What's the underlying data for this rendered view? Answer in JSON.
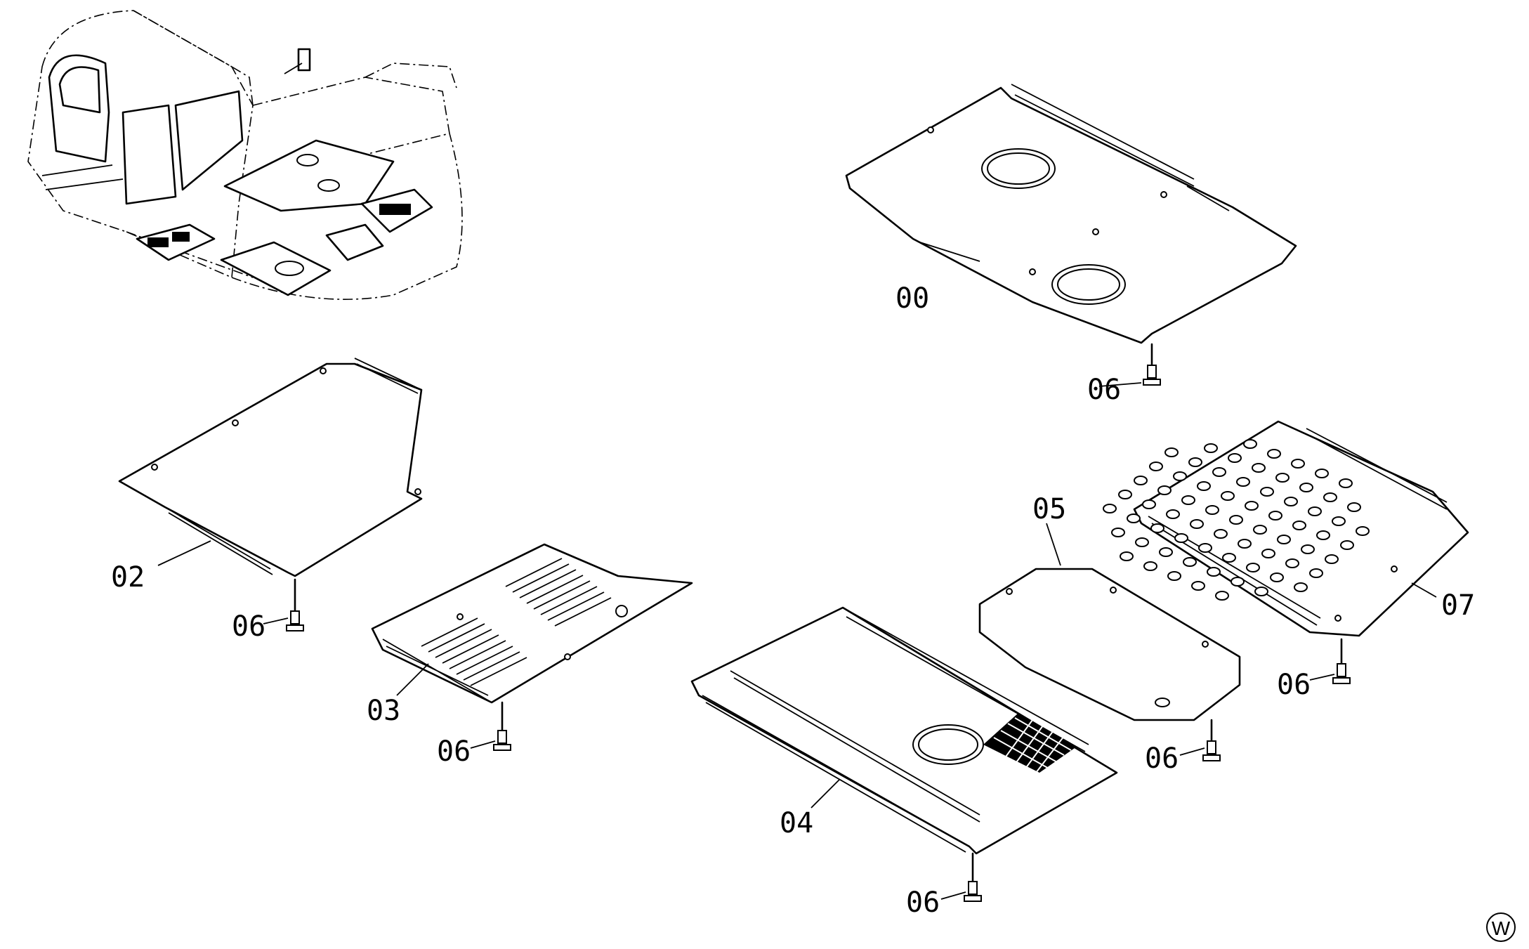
{
  "parts": {
    "p00": "00",
    "p02": "02",
    "p03": "03",
    "p04": "04",
    "p05": "05",
    "p06": "06",
    "p07": "07"
  },
  "mark": "W"
}
